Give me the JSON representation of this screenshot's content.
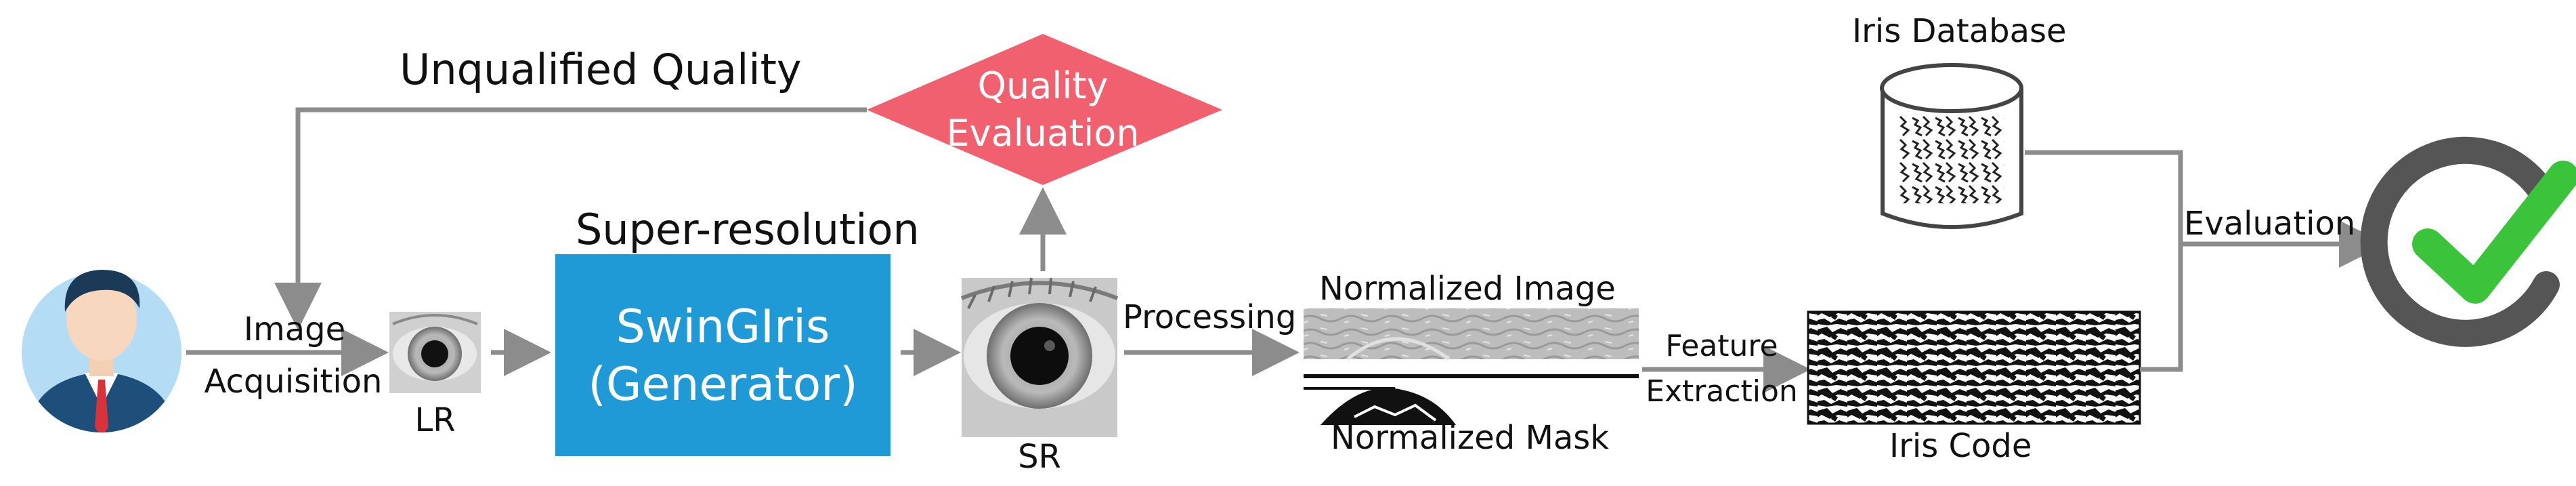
{
  "labels": {
    "unqualified_quality": "Unqualified Quality",
    "quality_line1": "Quality",
    "quality_line2": "Evaluation",
    "super_resolution": "Super-resolution",
    "generator_line1": "SwinGIris",
    "generator_line2": "(Generator)",
    "image_line1": "Image",
    "image_line2": "Acquisition",
    "lr": "LR",
    "sr": "SR",
    "processing": "Processing",
    "normalized_image": "Normalized Image",
    "normalized_mask": "Normalized Mask",
    "feature_line1": "Feature",
    "feature_line2": "Extraction",
    "iris_code": "Iris Code",
    "iris_database": "Iris Database",
    "evaluation": "Evaluation"
  },
  "icons": {
    "person": "person-avatar-icon",
    "database": "database-cylinder-icon",
    "check": "checkmark-circle-icon"
  },
  "colors": {
    "arrow": "#8c8c8c",
    "generator_box": "#1f9ad6",
    "quality_diamond": "#f1606f",
    "check_green": "#3cc33c",
    "check_ring": "#555555",
    "avatar_bg": "#b5dcf5"
  }
}
